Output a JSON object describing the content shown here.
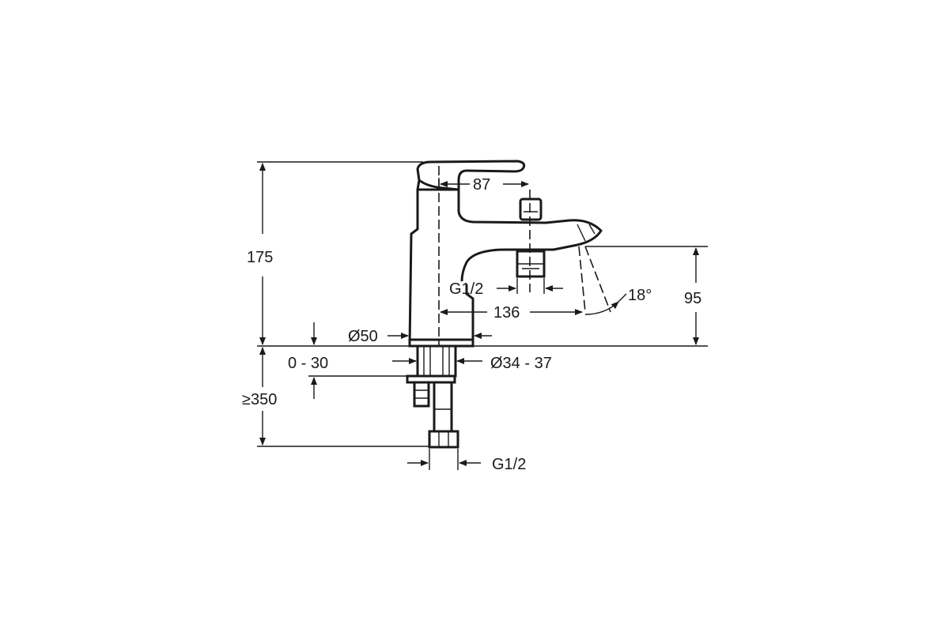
{
  "dimensions": {
    "height_total": "175",
    "handle_reach": "87",
    "spout_height": "95",
    "spout_reach": "136",
    "diverter_thread": "G1/2",
    "swivel_angle": "18°",
    "base_diameter": "Ø50",
    "deck_thickness": "0 - 30",
    "hole_diameter": "Ø34 - 37",
    "hose_length": "≥350",
    "inlet_thread": "G1/2"
  }
}
